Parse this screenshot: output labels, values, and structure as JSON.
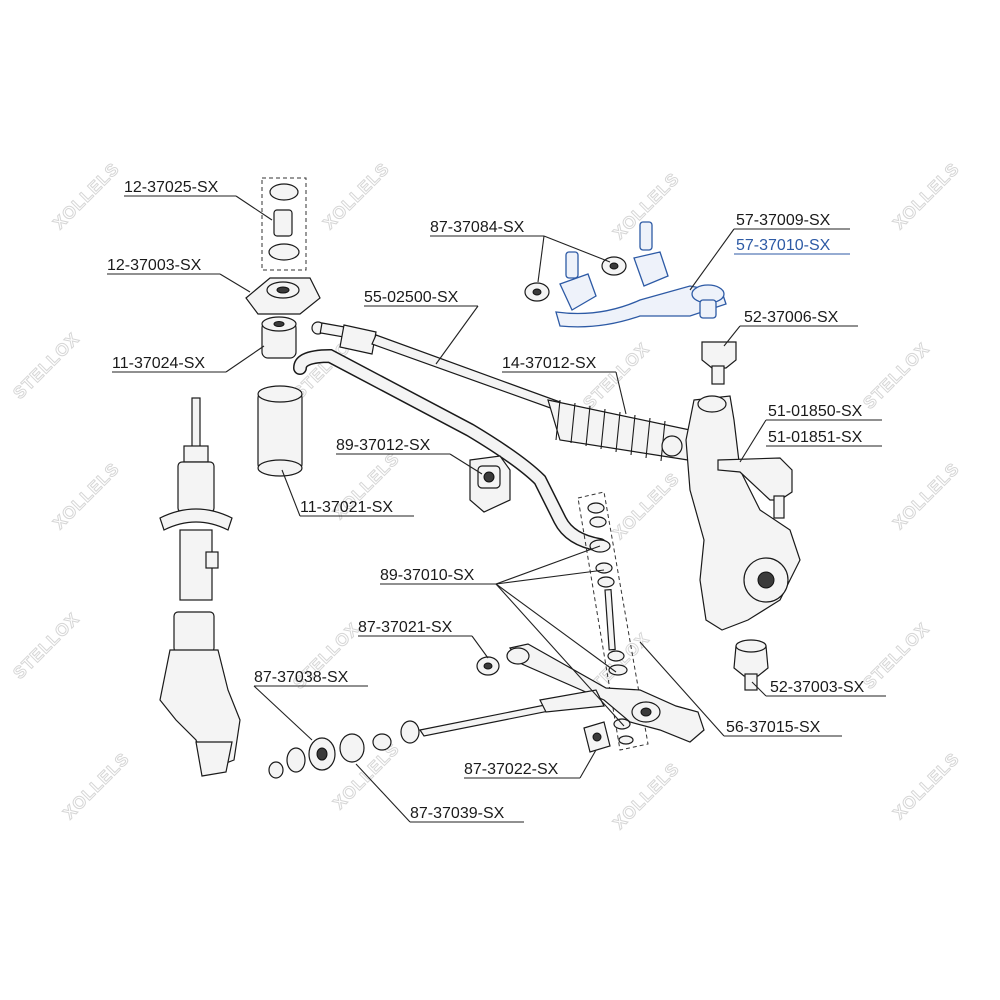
{
  "watermark": {
    "brand": "STELLOX",
    "mirrored": "XOLLELS"
  },
  "colors": {
    "highlight": "#2d5aa5",
    "text": "#1a1a1a",
    "watermark": "#d6d6d6"
  },
  "labels": {
    "p12_37025": "12-37025-SX",
    "p12_37003": "12-37003-SX",
    "p11_37024": "11-37024-SX",
    "p11_37021": "11-37021-SX",
    "p87_37084": "87-37084-SX",
    "p57_37009": "57-37009-SX",
    "p57_37010": "57-37010-SX",
    "p55_02500": "55-02500-SX",
    "p52_37006": "52-37006-SX",
    "p14_37012": "14-37012-SX",
    "p51_01850": "51-01850-SX",
    "p51_01851": "51-01851-SX",
    "p89_37012": "89-37012-SX",
    "p89_37010": "89-37010-SX",
    "p87_37021": "87-37021-SX",
    "p87_37038": "87-37038-SX",
    "p52_37003": "52-37003-SX",
    "p56_37015": "56-37015-SX",
    "p87_37022": "87-37022-SX",
    "p87_37039": "87-37039-SX"
  }
}
